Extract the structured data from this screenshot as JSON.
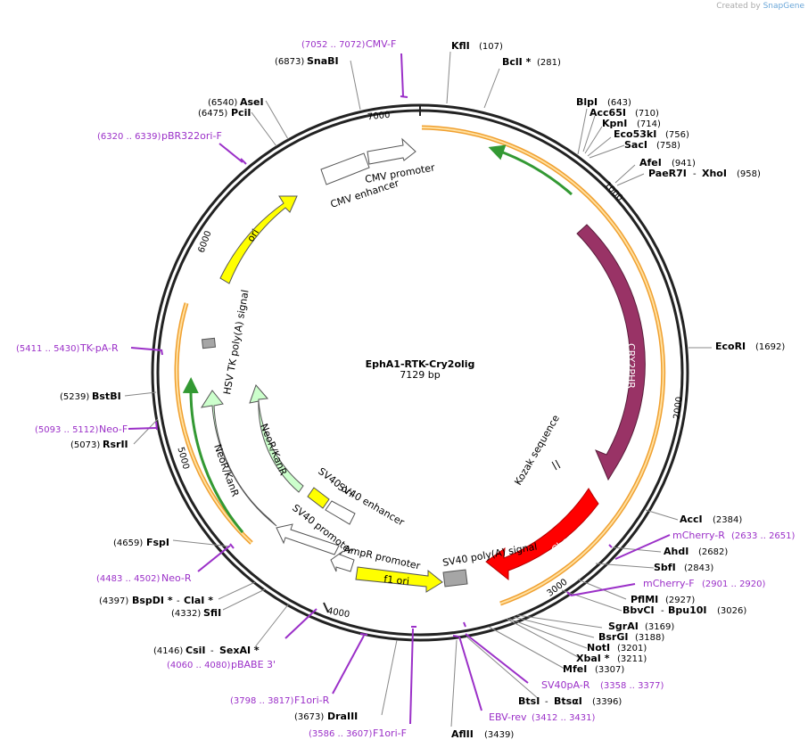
{
  "credit": {
    "prefix": "Created by",
    "brand": "SnapGene"
  },
  "plasmid": {
    "name": "EphA1-RTK-Cry2olig",
    "length": "7129 bp"
  },
  "ticks": [
    "1000",
    "2000",
    "3000",
    "4000",
    "5000",
    "6000",
    "7000"
  ],
  "features": [
    {
      "name": "CRY2PHR",
      "color": "#993366",
      "text_color": "#ffffff"
    },
    {
      "name": "mCherry",
      "color": "#ff0000",
      "text_color": "#ffffff"
    },
    {
      "name": "Kozak sequence",
      "color": "#000000",
      "text_color": "#000000"
    },
    {
      "name": "SV40 poly(A) signal",
      "color": "#a6a6a6",
      "text_color": "#000000"
    },
    {
      "name": "f1 ori",
      "color": "#ffff00",
      "text_color": "#000000"
    },
    {
      "name": "AmpR promoter",
      "color": "#ffffff",
      "text_color": "#000000"
    },
    {
      "name": "SV40 promoter",
      "color": "#ffffff",
      "text_color": "#000000"
    },
    {
      "name": "SV40 ori",
      "color": "#ffff00",
      "text_color": "#000000"
    },
    {
      "name": "SV40 enhancer",
      "color": "#ffffff",
      "text_color": "#000000"
    },
    {
      "name": "NeoR/KanR",
      "color": "#ccffcc",
      "text_color": "#000000"
    },
    {
      "name": "HSV TK poly(A) signal",
      "color": "#a6a6a6",
      "text_color": "#000000"
    },
    {
      "name": "ori",
      "color": "#ffff00",
      "text_color": "#000000"
    },
    {
      "name": "CMV enhancer",
      "color": "#ffffff",
      "text_color": "#000000"
    },
    {
      "name": "CMV promoter",
      "color": "#ffffff",
      "text_color": "#000000"
    }
  ],
  "enzymes": [
    {
      "name": "KflI",
      "pos": "(107)"
    },
    {
      "name": "BclI *",
      "pos": "(281)"
    },
    {
      "name": "BlpI",
      "pos": "(643)"
    },
    {
      "name": "Acc65I",
      "pos": "(710)"
    },
    {
      "name": "KpnI",
      "pos": "(714)"
    },
    {
      "name": "Eco53kI",
      "pos": "(756)"
    },
    {
      "name": "SacI",
      "pos": "(758)"
    },
    {
      "name": "AfeI",
      "pos": "(941)"
    },
    {
      "name": "PaeR7I",
      "sep": "-",
      "name2": "XhoI",
      "pos": "(958)"
    },
    {
      "name": "EcoRI",
      "pos": "(1692)"
    },
    {
      "name": "AccI",
      "pos": "(2384)"
    },
    {
      "name": "AhdI",
      "pos": "(2682)"
    },
    {
      "name": "SbfI",
      "pos": "(2843)"
    },
    {
      "name": "PflMI",
      "pos": "(2927)"
    },
    {
      "name": "BbvCI",
      "sep": "-",
      "name2": "Bpu10I",
      "pos": "(3026)"
    },
    {
      "name": "SgrAI",
      "pos": "(3169)"
    },
    {
      "name": "BsrGI",
      "pos": "(3188)"
    },
    {
      "name": "NotI",
      "pos": "(3201)"
    },
    {
      "name": "XbaI *",
      "pos": "(3211)"
    },
    {
      "name": "MfeI",
      "pos": "(3307)"
    },
    {
      "name": "BtsI",
      "sep": "-",
      "name2": "BtsαI",
      "pos": "(3396)"
    },
    {
      "name": "AflII",
      "pos": "(3439)"
    },
    {
      "name": "DraIII",
      "pos": "(3673)"
    },
    {
      "name": "CsiI",
      "sep": "-",
      "name2": "SexAI *",
      "pos": "(4146)"
    },
    {
      "name": "SfiI",
      "pos": "(4332)"
    },
    {
      "name": "BspDI *",
      "sep": "-",
      "name2": "ClaI *",
      "pos": "(4397)"
    },
    {
      "name": "FspI",
      "pos": "(4659)"
    },
    {
      "name": "RsrII",
      "pos": "(5073)"
    },
    {
      "name": "BstBI",
      "pos": "(5239)"
    },
    {
      "name": "PciI",
      "pos": "(6475)"
    },
    {
      "name": "AseI",
      "pos": "(6540)"
    },
    {
      "name": "SnaBI",
      "pos": "(6873)"
    }
  ],
  "primers": [
    {
      "name": "CMV-F",
      "pos": "(7052 .. 7072)"
    },
    {
      "name": "pBR322ori-F",
      "pos": "(6320 .. 6339)"
    },
    {
      "name": "TK-pA-R",
      "pos": "(5411 .. 5430)"
    },
    {
      "name": "Neo-F",
      "pos": "(5093 .. 5112)"
    },
    {
      "name": "Neo-R",
      "pos": "(4483 .. 4502)"
    },
    {
      "name": "pBABE 3'",
      "pos": "(4060 .. 4080)"
    },
    {
      "name": "F1ori-R",
      "pos": "(3798 .. 3817)"
    },
    {
      "name": "F1ori-F",
      "pos": "(3586 .. 3607)"
    },
    {
      "name": "EBV-rev",
      "pos": "(3412 .. 3431)"
    },
    {
      "name": "SV40pA-R",
      "pos": "(3358 .. 3377)"
    },
    {
      "name": "mCherry-F",
      "pos": "(2901 .. 2920)"
    },
    {
      "name": "mCherry-R",
      "pos": "(2633 .. 2651)"
    }
  ],
  "colors": {
    "backbone": "#222222",
    "orf": "#f5b041",
    "orf_inner": "#ffd27f",
    "primer": "#9b30c8",
    "green": "#339933"
  }
}
